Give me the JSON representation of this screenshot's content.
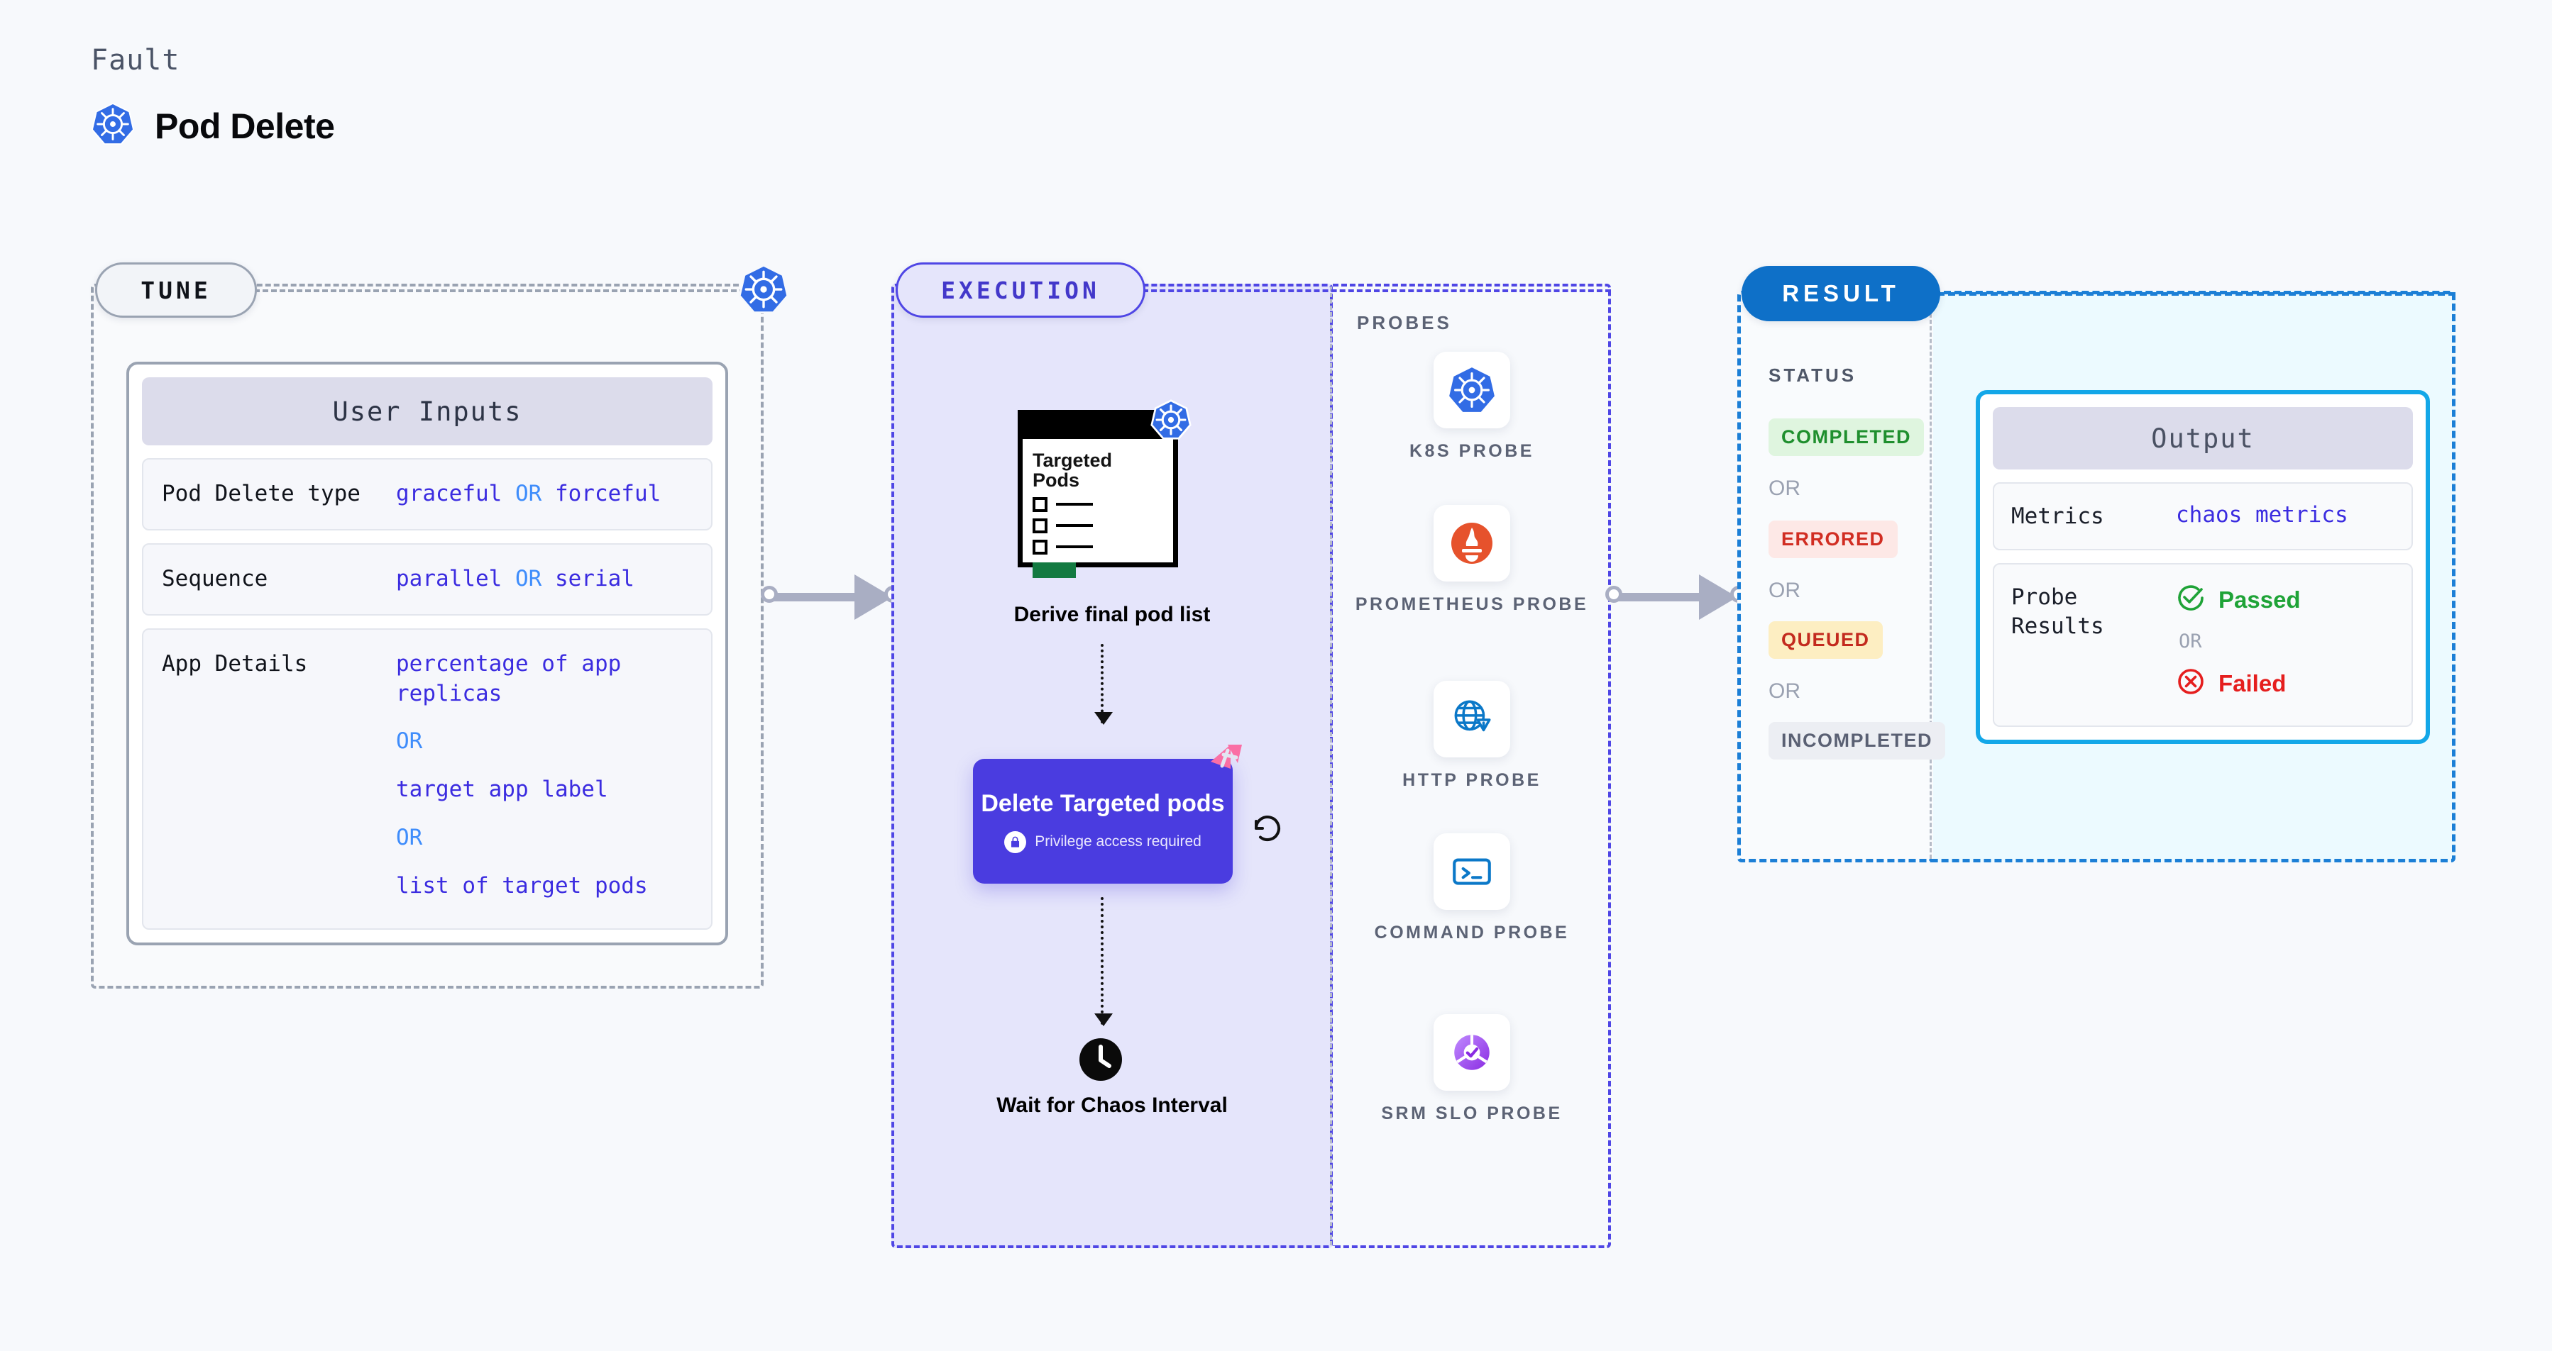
{
  "header": {
    "fault_label": "Fault",
    "fault_title": "Pod Delete",
    "icon": "kubernetes-icon"
  },
  "tune": {
    "pill_label": "TUNE",
    "border_k8s_icon": "kubernetes-icon",
    "card": {
      "title": "User Inputs",
      "rows": [
        {
          "label": "Pod Delete type",
          "options": [
            "graceful",
            "forceful"
          ],
          "separator": "OR",
          "inline": true
        },
        {
          "label": "Sequence",
          "options": [
            "parallel",
            "serial"
          ],
          "separator": "OR",
          "inline": true
        },
        {
          "label": "App Details",
          "options": [
            "percentage of app replicas",
            "target app label",
            "list of target pods"
          ],
          "separator": "OR",
          "inline": false
        }
      ]
    }
  },
  "execution": {
    "pill_label": "EXECUTION",
    "targeted_pods": {
      "title": "Targeted Pods",
      "badge_icon": "kubernetes-icon",
      "checkbox_count": 3
    },
    "derive_caption": "Derive final pod list",
    "delete_node": {
      "title": "Delete Targeted pods",
      "subtitle": "Privilege access required",
      "lock_icon": "lock-icon",
      "flag_icon": "chaos-flag-icon",
      "retry_icon": "retry-loop-icon",
      "color": "#4a3ce0"
    },
    "wait_node": {
      "icon": "clock-icon",
      "caption": "Wait for Chaos Interval"
    }
  },
  "probes": {
    "title": "PROBES",
    "items": [
      {
        "label": "K8S PROBE",
        "icon": "kubernetes-icon"
      },
      {
        "label": "PROMETHEUS PROBE",
        "icon": "prometheus-icon"
      },
      {
        "label": "HTTP PROBE",
        "icon": "globe-warning-icon"
      },
      {
        "label": "COMMAND PROBE",
        "icon": "terminal-icon"
      },
      {
        "label": "SRM SLO PROBE",
        "icon": "srm-slo-icon"
      }
    ]
  },
  "result": {
    "pill_label": "RESULT",
    "status_title": "STATUS",
    "or_label": "OR",
    "statuses": [
      {
        "label": "COMPLETED",
        "fg": "#1f8f2e",
        "bg": "#dff5df"
      },
      {
        "label": "ERRORED",
        "fg": "#d12d22",
        "bg": "#fde8e6"
      },
      {
        "label": "QUEUED",
        "fg": "#c32a1e",
        "bg": "#fdeec2"
      },
      {
        "label": "INCOMPLETED",
        "fg": "#5a6073",
        "bg": "#eceef3"
      }
    ]
  },
  "output": {
    "card_title": "Output",
    "metrics": {
      "label": "Metrics",
      "value": "chaos metrics"
    },
    "probe_results": {
      "label": "Probe Results",
      "or_label": "OR",
      "passed": {
        "text": "Passed",
        "icon": "check-circle-icon",
        "color": "#1fa337"
      },
      "failed": {
        "text": "Failed",
        "icon": "x-circle-icon",
        "color": "#e51e1e"
      }
    }
  },
  "colors": {
    "background": "#f7f9fc",
    "tune_border": "#9aa3b2",
    "execution_border": "#4f46e5",
    "result_border": "#1c7fd6",
    "accent_purple": "#4a3ce0",
    "accent_blue": "#3f8dfb"
  }
}
